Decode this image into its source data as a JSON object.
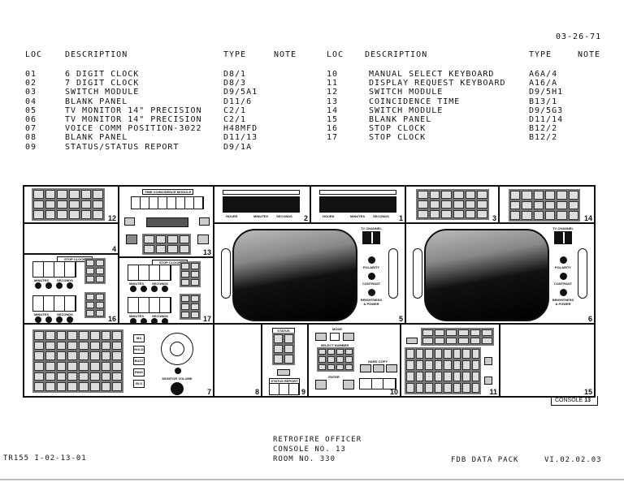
{
  "date": "03-26-71",
  "table": {
    "headers": {
      "loc": "LOC",
      "description": "DESCRIPTION",
      "type": "TYPE",
      "note": "NOTE"
    },
    "left": [
      {
        "loc": "01",
        "description": "6 DIGIT CLOCK",
        "type": "D8/1"
      },
      {
        "loc": "02",
        "description": "7 DIGIT CLOCK",
        "type": "D8/3"
      },
      {
        "loc": "03",
        "description": "SWITCH MODULE",
        "type": "D9/5A1"
      },
      {
        "loc": "04",
        "description": "BLANK PANEL",
        "type": "D11/6"
      },
      {
        "loc": "05",
        "description": "TV MONITOR 14\" PRECISION",
        "type": "C2/1"
      },
      {
        "loc": "06",
        "description": "TV MONITOR 14\" PRECISION",
        "type": "C2/1"
      },
      {
        "loc": "07",
        "description": "VOICE COMM POSITION-3022",
        "type": "H48MFD"
      },
      {
        "loc": "08",
        "description": "BLANK PANEL",
        "type": "D11/13"
      },
      {
        "loc": "09",
        "description": "STATUS/STATUS REPORT",
        "type": "D9/1A"
      }
    ],
    "right": [
      {
        "loc": "10",
        "description": "MANUAL SELECT KEYBOARD",
        "type": "A6A/4"
      },
      {
        "loc": "11",
        "description": "DISPLAY REQUEST KEYBOARD",
        "type": "A16/A"
      },
      {
        "loc": "12",
        "description": "SWITCH MODULE",
        "type": "D9/5H1"
      },
      {
        "loc": "13",
        "description": "COINCIDENCE TIME",
        "type": "B13/1"
      },
      {
        "loc": "14",
        "description": "SWITCH MODULE",
        "type": "D9/5G3"
      },
      {
        "loc": "15",
        "description": "BLANK PANEL",
        "type": "D11/14"
      },
      {
        "loc": "16",
        "description": "STOP CLOCK",
        "type": "B12/2"
      },
      {
        "loc": "17",
        "description": "STOP CLOCK",
        "type": "B12/2"
      }
    ]
  },
  "diagram": {
    "panel_numbers": {
      "p1": "1",
      "p2": "2",
      "p3": "3",
      "p4": "4",
      "p5": "5",
      "p6": "6",
      "p7": "7",
      "p8": "8",
      "p9": "9",
      "p10": "10",
      "p11": "11",
      "p12": "12",
      "p13": "13",
      "p14": "14",
      "p15": "15",
      "p16": "16",
      "p17": "17"
    },
    "time_coincidence_module": "TIME COINCIDENCE MODULE",
    "stop_clock": "STOP CLOCK",
    "minutes": "MINUTES",
    "seconds": "SECONDS",
    "hours": "HOURS",
    "tv_channel": "TV CHANNEL",
    "polarity": "POLARITY",
    "contrast": "CONTRAST",
    "brightness_power": "BRIGHTNESS & POWER",
    "monitor_volume": "MONITOR VOLUME",
    "comm_buttons": [
      "MA",
      "HOLD",
      "BUZZ",
      "RING",
      "RLS"
    ],
    "status": "STATUS",
    "status_report": "STATUS REPORT",
    "mode": "MODE",
    "select_number": "SELECT NUMBER",
    "hard_copy": "HARD COPY",
    "enter": "ENTER",
    "console_tag": {
      "label": "CONSOLE",
      "number": "13"
    }
  },
  "footer": {
    "doc_id": "TR155 I-02-13-01",
    "title_lines": [
      "RETROFIRE OFFICER",
      "CONSOLE NO. 13",
      "ROOM NO. 330"
    ],
    "pack": "FDB DATA PACK",
    "version": "VI.02.02.03"
  }
}
